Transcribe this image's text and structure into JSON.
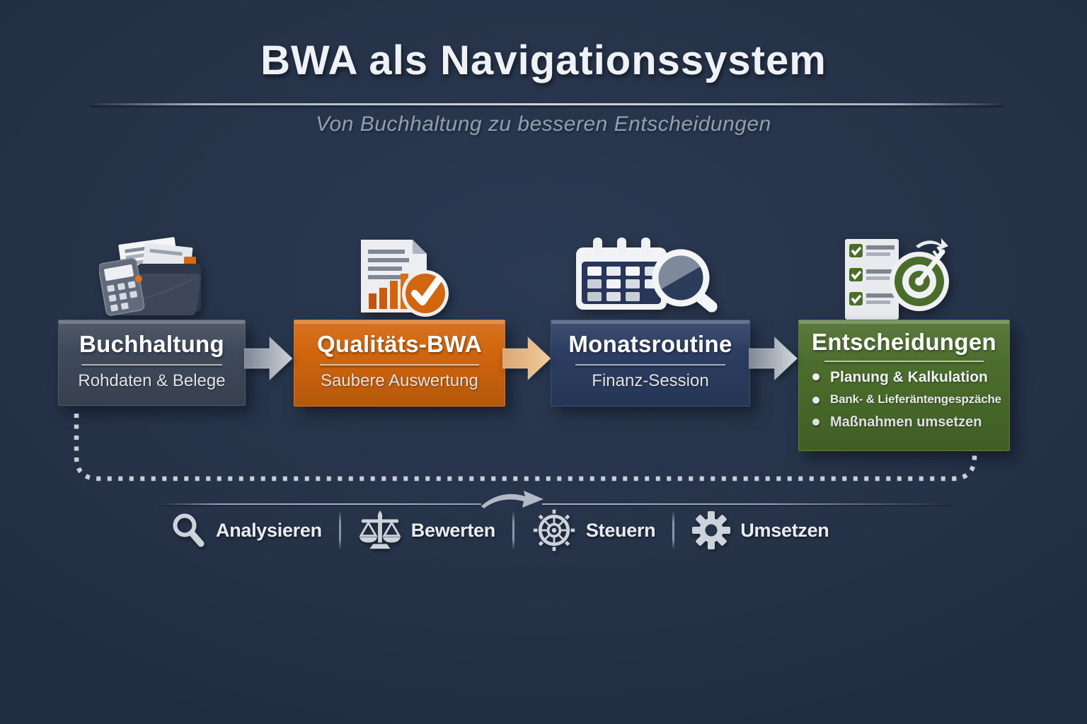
{
  "header": {
    "title": "BWA als Navigationssystem",
    "subtitle": "Von Buchhaltung zu besseren Entscheidungen"
  },
  "steps": [
    {
      "title": "Buchhaltung",
      "subtitle": "Rohdaten & Belege",
      "icon": "folder-documents-calculator-icon",
      "color": "#3f4a5b"
    },
    {
      "title": "Qualitäts-BWA",
      "subtitle": "Saubere Auswertung",
      "icon": "document-chart-check-icon",
      "color": "#d2660e"
    },
    {
      "title": "Monatsroutine",
      "subtitle": "Finanz-Session",
      "icon": "calendar-magnifier-icon",
      "color": "#2c3e62"
    },
    {
      "title": "Entscheidungen",
      "bullets": [
        "Planung & Kalkulation",
        "Bank- & Lieferäntengespzäche",
        "Maßnahmen umsetzen"
      ],
      "icon": "checklist-target-icon",
      "color": "#4b6d2c"
    }
  ],
  "footer": {
    "items": [
      {
        "label": "Analysieren",
        "icon": "magnifier-icon"
      },
      {
        "label": "Bewerten",
        "icon": "scales-icon"
      },
      {
        "label": "Steuern",
        "icon": "ship-wheel-icon"
      },
      {
        "label": "Umsetzen",
        "icon": "gear-icon"
      }
    ]
  },
  "colors": {
    "background": "#263349",
    "box_slate": "#3f4a5b",
    "accent_orange": "#d2660e",
    "accent_navy": "#2c3e62",
    "accent_green": "#4b6d2c",
    "arrow_gray": "#c6cbd3",
    "arrow_tan": "#edb27e",
    "dotted_line": "#c9ced7",
    "text_light": "#eef1f6",
    "text_muted": "#939fb0"
  }
}
